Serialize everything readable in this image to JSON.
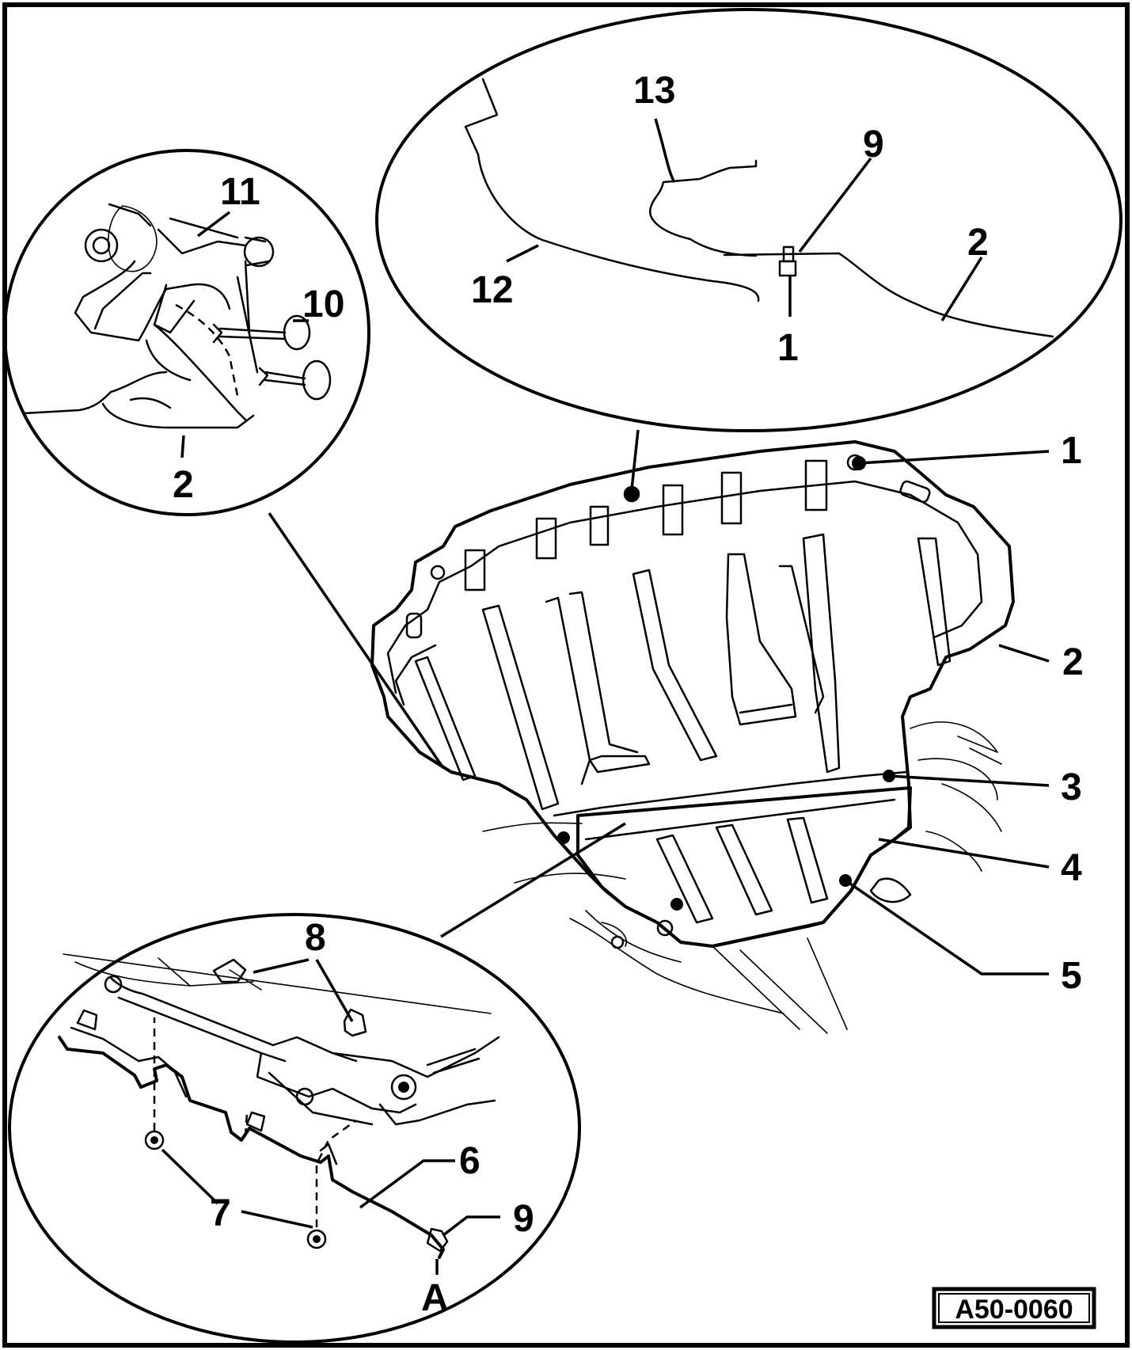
{
  "figure_code": "A50-0060",
  "colors": {
    "ink": "#000000",
    "paper": "#ffffff"
  },
  "detail_top": {
    "labels": {
      "c13": "13",
      "c9": "9",
      "c2": "2",
      "c12": "12",
      "c1": "1"
    }
  },
  "detail_left": {
    "labels": {
      "c11": "11",
      "c10": "10",
      "c2": "2"
    }
  },
  "main": {
    "labels": {
      "c1": "1",
      "c2": "2",
      "c3": "3",
      "c4": "4",
      "c5": "5"
    }
  },
  "detail_bottom": {
    "labels": {
      "c8": "8",
      "c6": "6",
      "c7": "7",
      "c9": "9",
      "cA": "A"
    }
  }
}
